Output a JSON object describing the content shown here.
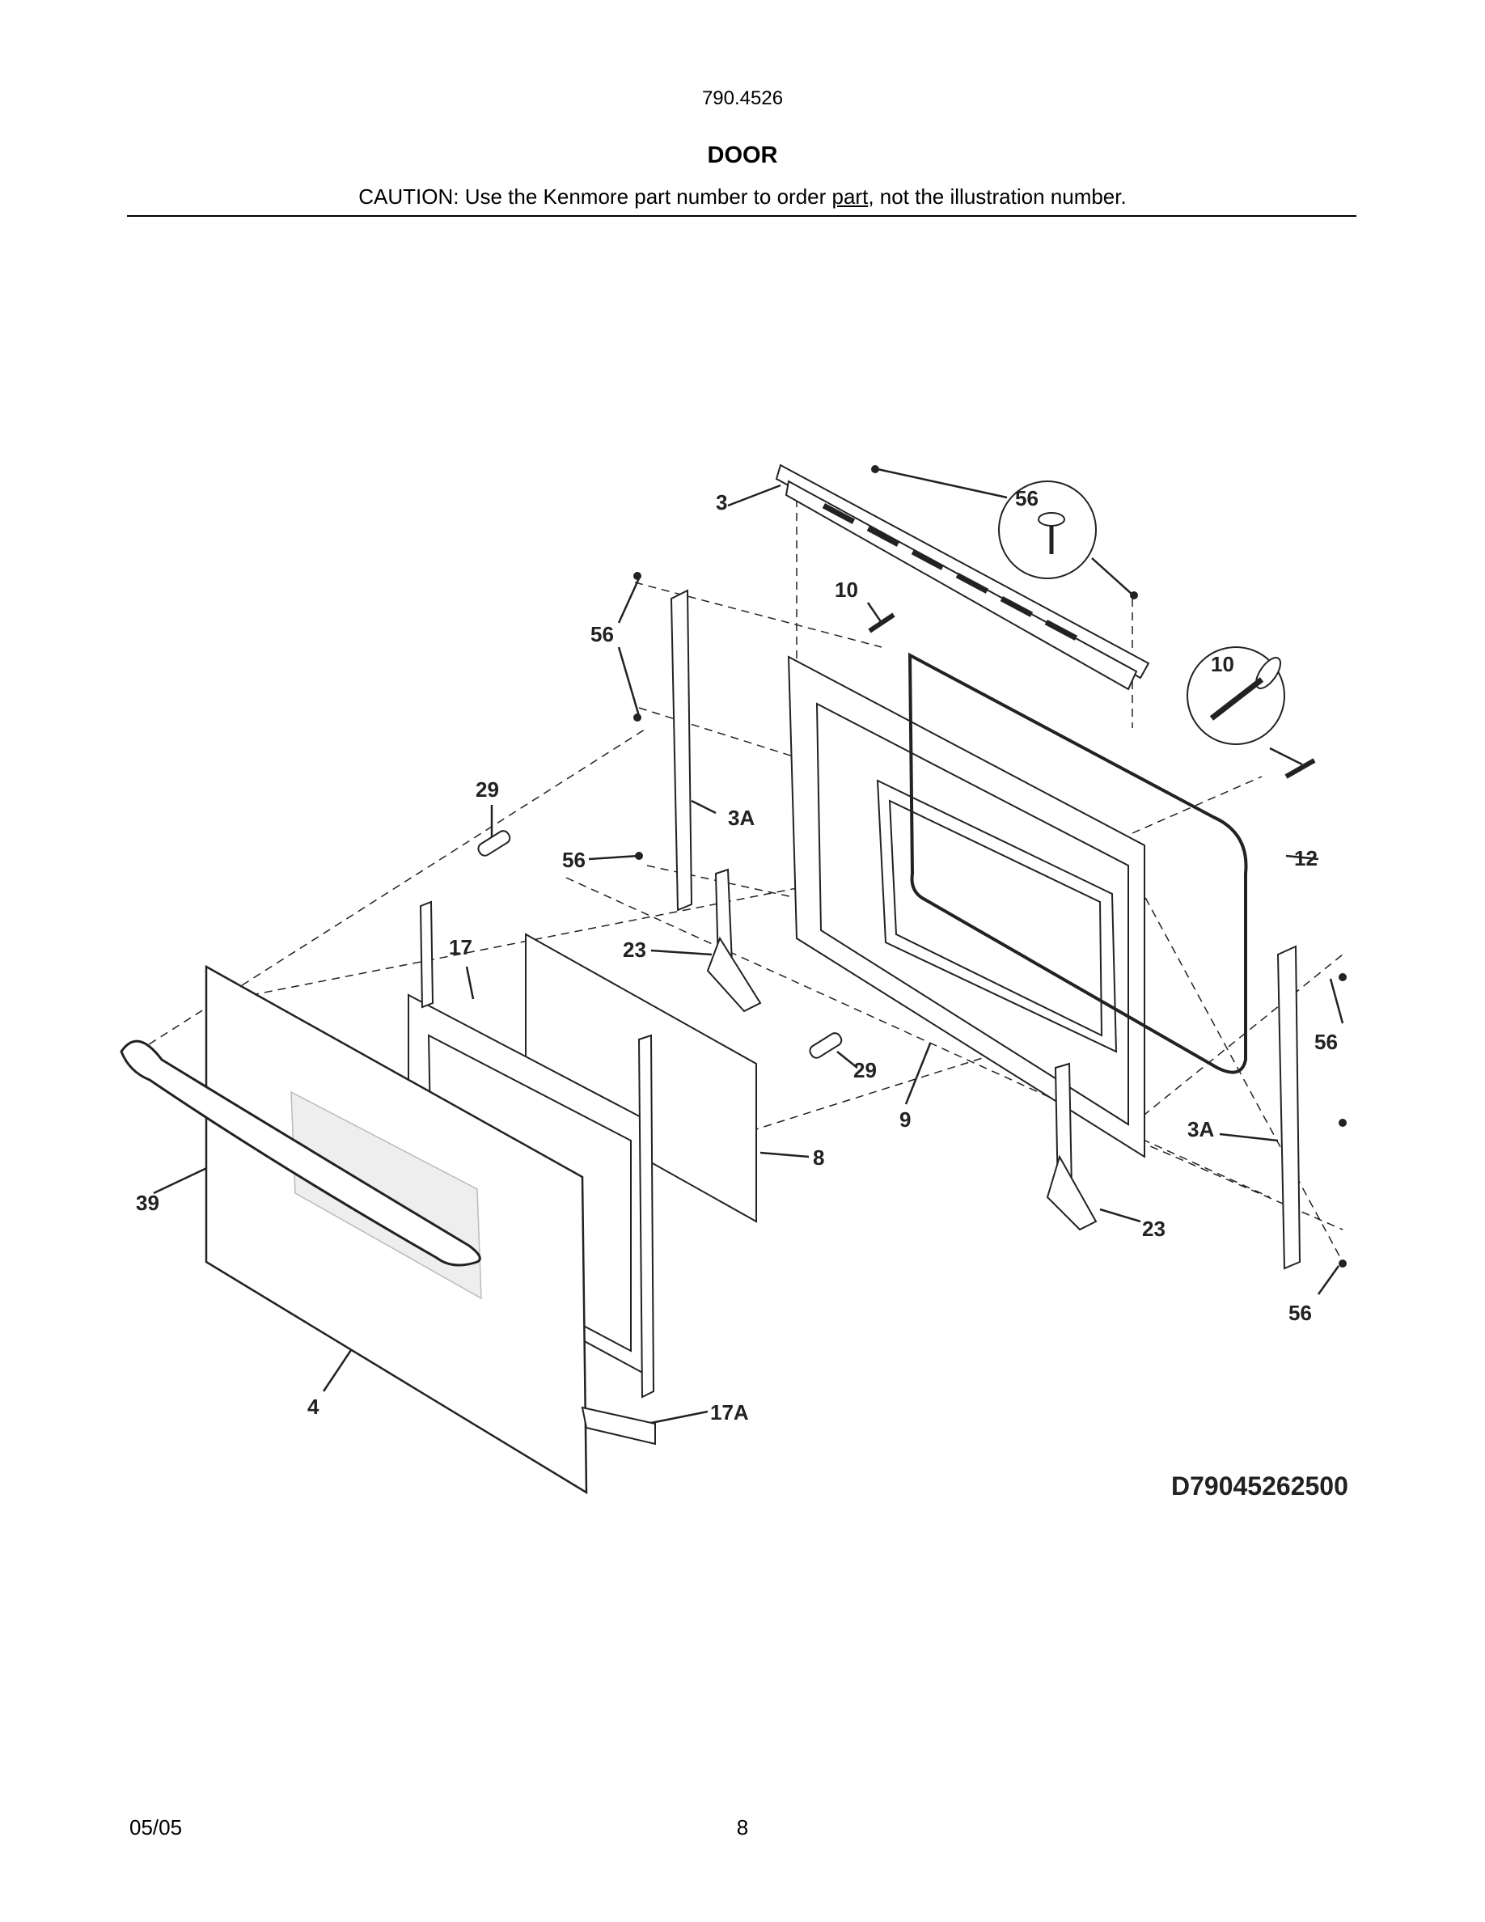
{
  "header": {
    "model_number": "790.4526",
    "section_title": "DOOR",
    "caution_prefix": "CAUTION: Use the Kenmore part number to order ",
    "caution_underlined": "part",
    "caution_suffix": ", not the illustration number."
  },
  "diagram": {
    "callouts": {
      "c3": "3",
      "c56_top": "56",
      "c10": "10",
      "c56_upper": "56",
      "c10_detail": "10",
      "c29_left": "29",
      "c3A_left": "3A",
      "c56_mid": "56",
      "c12": "12",
      "c17": "17",
      "c23_upper": "23",
      "c56_right": "56",
      "c29_right": "29",
      "c9": "9",
      "c3A_right": "3A",
      "c8": "8",
      "c39": "39",
      "c23_lower": "23",
      "c56_bottom": "56",
      "c4": "4",
      "c17A": "17A"
    },
    "diagram_code": "D79045262500"
  },
  "footer": {
    "date": "05/05",
    "page_number": "8"
  }
}
